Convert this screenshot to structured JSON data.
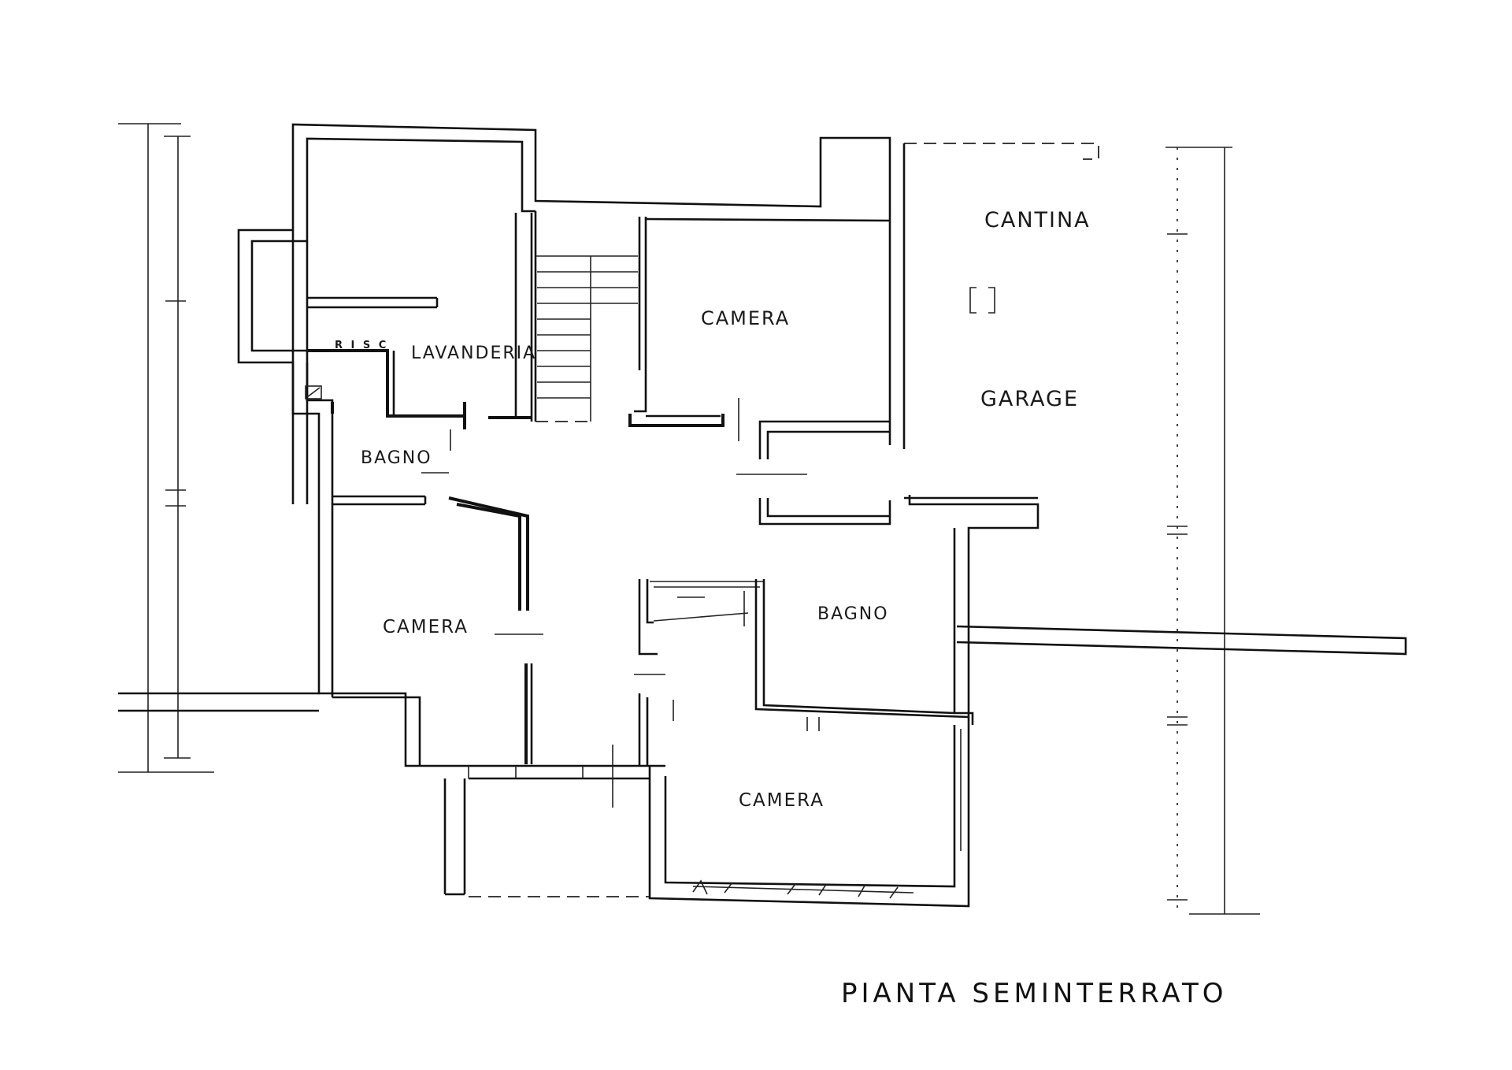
{
  "plan": {
    "title": "PIANTA SEMINTERRATO",
    "rooms": {
      "cantina": "CANTINA",
      "garage": "GARAGE",
      "lavanderia": "LAVANDERIA",
      "bagno_1": "BAGNO",
      "bagno_2": "BAGNO",
      "camera_1": "CAMERA",
      "camera_2": "CAMERA",
      "camera_3": "CAMERA"
    },
    "note": "R I S C"
  }
}
